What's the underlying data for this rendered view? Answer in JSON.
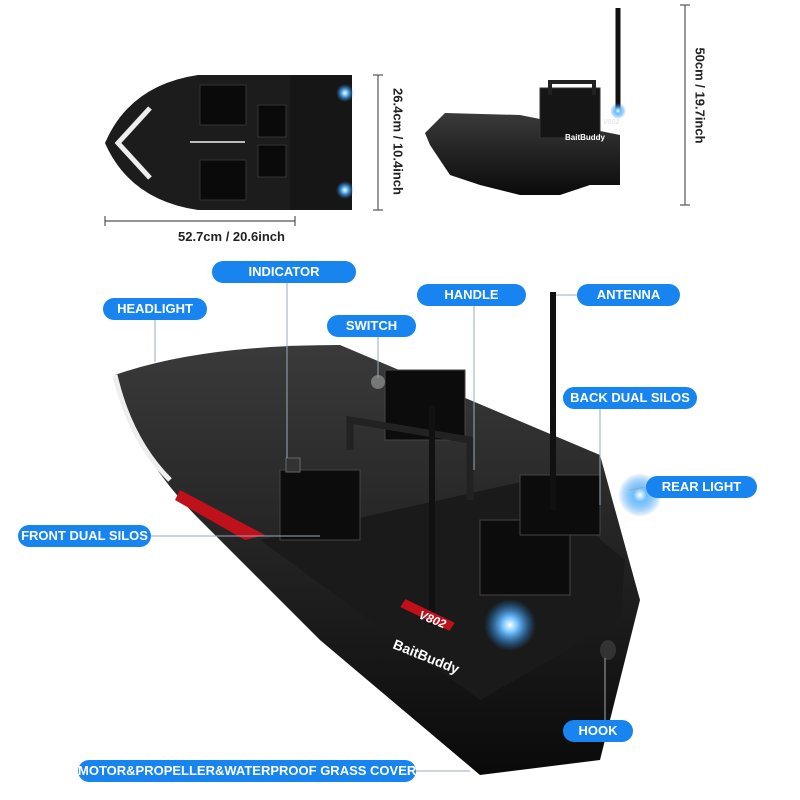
{
  "dimensions": {
    "length": "52.7cm / 20.6inch",
    "width": "26.4cm / 10.4inch",
    "height": "50cm / 19.7inch"
  },
  "brand": {
    "name": "BaitBuddy",
    "model": "V802"
  },
  "callouts": {
    "indicator": "INDICATOR",
    "headlight": "HEADLIGHT",
    "switch": "SWITCH",
    "handle": "HANDLE",
    "antenna": "ANTENNA",
    "back_silos": "BACK DUAL SILOS",
    "rear_light": "REAR LIGHT",
    "front_silos": "FRONT DUAL SILOS",
    "hook": "HOOK",
    "motor": "MOTOR&PROPELLER&WATERPROOF GRASS COVER"
  },
  "colors": {
    "label_bg": "#1784f0",
    "hull": "#111111",
    "light": "#4aa8ff"
  }
}
